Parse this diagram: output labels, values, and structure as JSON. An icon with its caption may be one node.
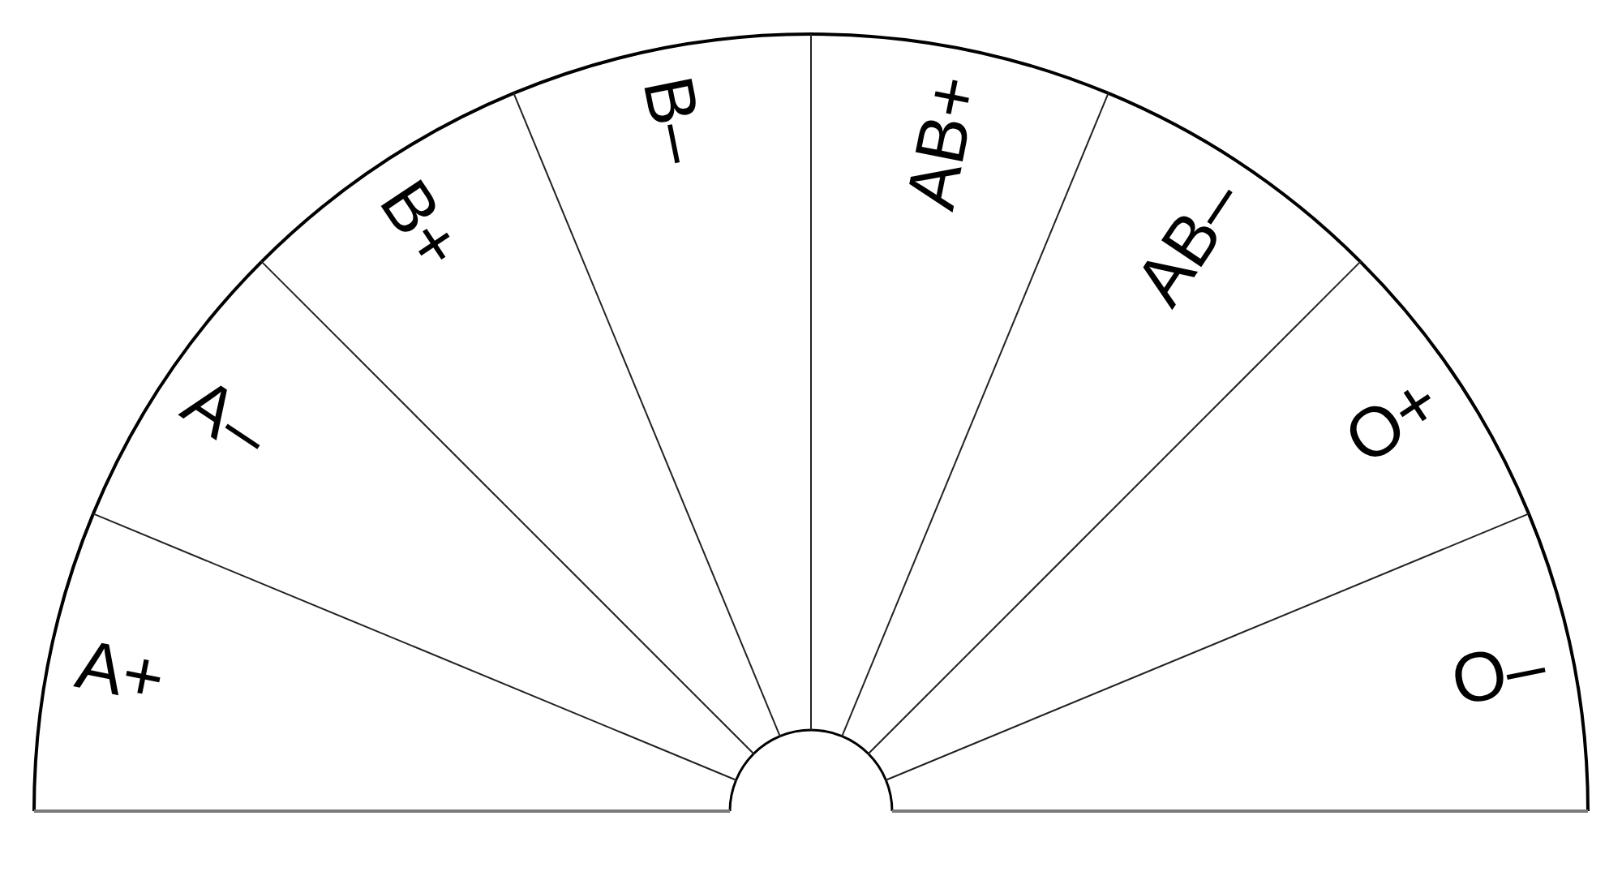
{
  "diagram": {
    "nodes": [
      {
        "text": [
          "A+"
        ]
      },
      {
        "text": [
          "A–"
        ]
      },
      {
        "text": [
          "B+"
        ]
      },
      {
        "text": [
          "B–"
        ]
      },
      {
        "text": [
          "AB+"
        ]
      },
      {
        "text": [
          "AB–"
        ]
      },
      {
        "text": [
          "O+"
        ]
      },
      {
        "text": [
          "O–"
        ]
      }
    ]
  }
}
